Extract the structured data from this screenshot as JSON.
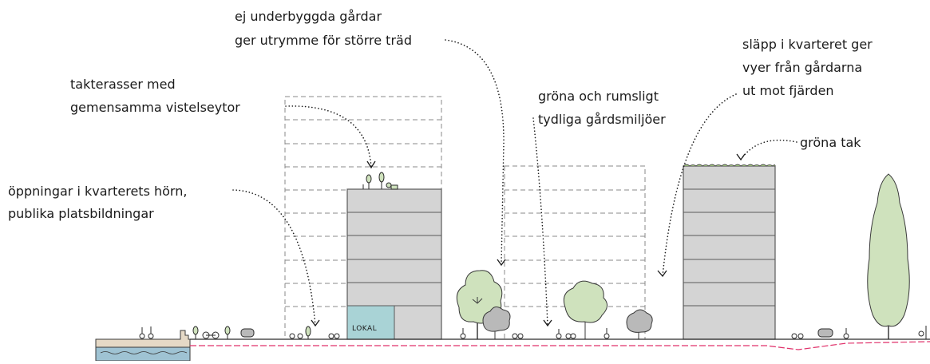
{
  "annotations": {
    "courtyards_trees": {
      "line1": "ej underbyggda gårdar",
      "line2": "ger utrymme för större träd"
    },
    "roof_terraces": {
      "line1": "takterasser med",
      "line2": "gemensamma vistelseytor"
    },
    "corner_openings": {
      "line1": "öppningar i kvarterets hörn,",
      "line2": "publika platsbildningar"
    },
    "green_courtyards": {
      "line1": "gröna och rumsligt",
      "line2": "tydliga gårdsmiljöer"
    },
    "block_gaps": {
      "line1": "släpp i kvarteret ger",
      "line2": "vyer från gårdarna",
      "line3": "ut mot fjärden"
    },
    "green_roofs": {
      "line1": "gröna tak"
    }
  },
  "labels": {
    "shop": "LOKAL"
  },
  "colors": {
    "building_fill": "#d4d4d4",
    "building_stroke": "#5a5a5a",
    "ghost_stroke": "#8a8a8a",
    "shop_fill": "#a9d3d6",
    "tree_fill": "#cfe2bd",
    "tree_stroke": "#3a3a3a",
    "ground_line": "#e0306a",
    "water": "#9fc3d3"
  }
}
